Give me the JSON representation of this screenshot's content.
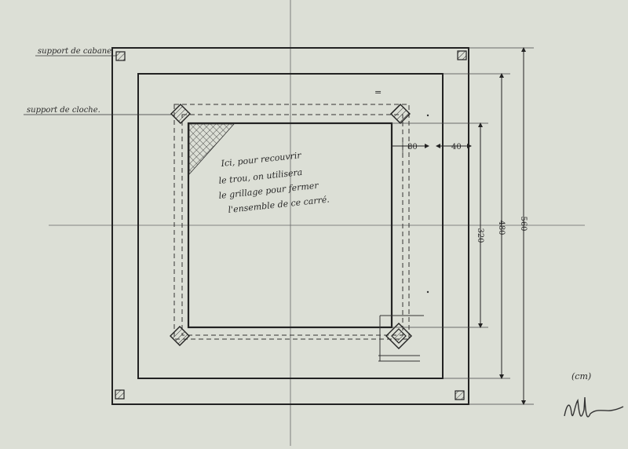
{
  "labels": {
    "cabin_support": "support de cabane",
    "bell_support": "support de cloche.",
    "note_lines": [
      "Ici, pour recouvrir",
      "le trou, on utilisera",
      "le grillage pour fermer",
      "l'ensemble de ce carré."
    ],
    "unit": "(cm)",
    "minus_mark": "="
  },
  "dimensions": {
    "d80": "80",
    "d40": "40",
    "d320": "320",
    "d480": "480",
    "d560": "560"
  }
}
